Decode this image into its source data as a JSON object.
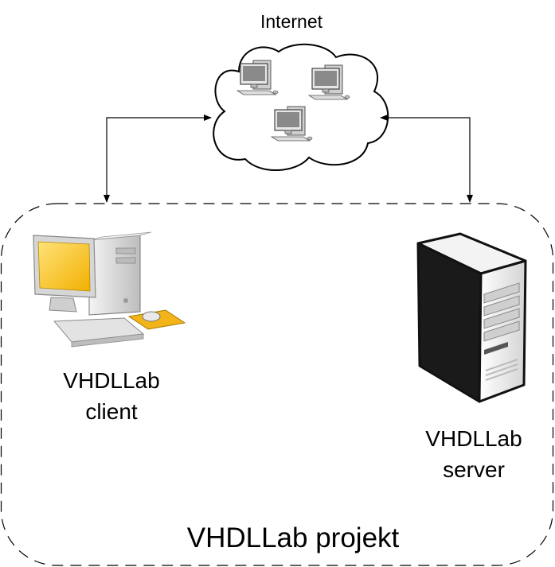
{
  "labels": {
    "internet": "Internet",
    "client_line1": "VHDLLab",
    "client_line2": "client",
    "server_line1": "VHDLLab",
    "server_line2": "server",
    "project": "VHDLLab projekt"
  },
  "icons": {
    "network": "computer-network-cloud-icon",
    "client": "desktop-computer-icon",
    "server": "tower-server-icon"
  },
  "colors": {
    "lines": "#000000",
    "monitor_screen": "#f7c300",
    "mouse_pad": "#f2b418",
    "case_gray": "#d9d9d9"
  }
}
